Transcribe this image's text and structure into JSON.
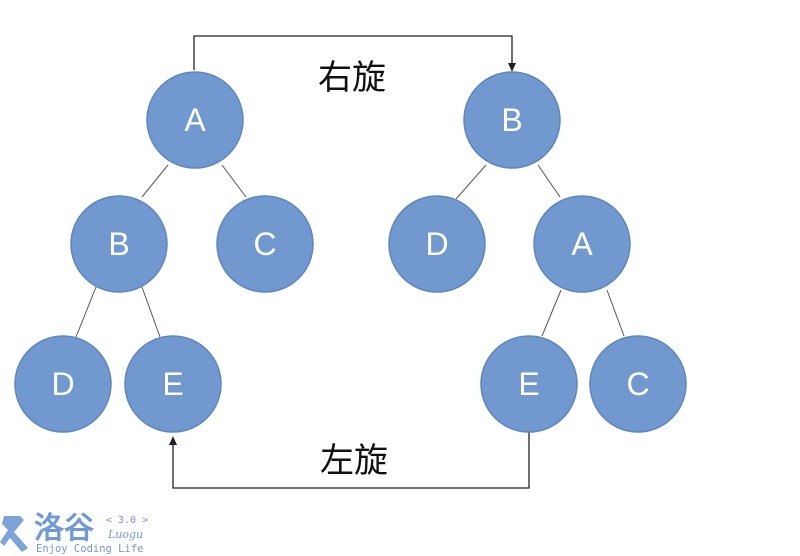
{
  "colors": {
    "node_fill": "#7199cf",
    "node_stroke": "#5f87bf",
    "edge": "#555555",
    "arrow": "#222222",
    "watermark": "#6f9ad6"
  },
  "labels": {
    "right_rotation": "右旋",
    "left_rotation": "左旋"
  },
  "left_tree": {
    "root": "A",
    "level2": [
      "B",
      "C"
    ],
    "level3": [
      "D",
      "E"
    ]
  },
  "right_tree": {
    "root": "B",
    "level2": [
      "D",
      "A"
    ],
    "level3": [
      "E",
      "C"
    ]
  },
  "watermark": {
    "name": "洛谷",
    "version": "< 3.0 >",
    "romanized": "Luogu",
    "slogan": "Enjoy Coding Life"
  }
}
